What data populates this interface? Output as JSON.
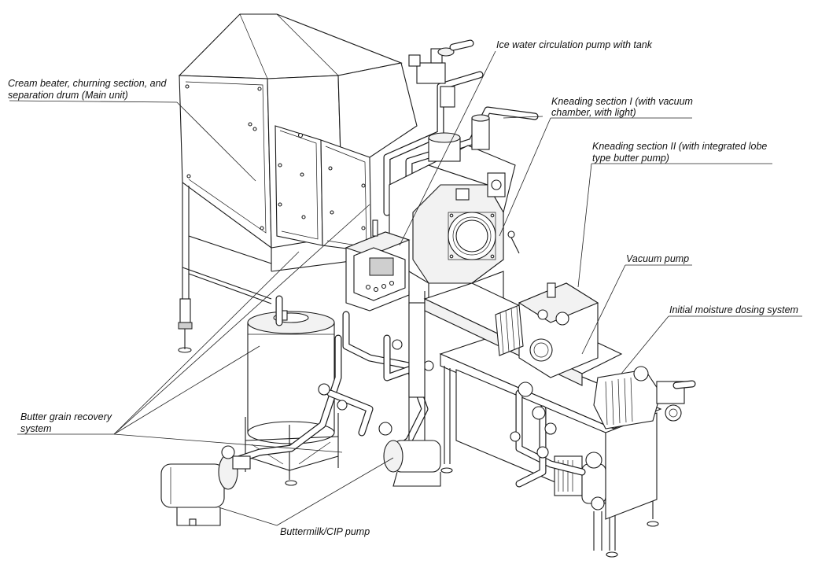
{
  "labels": {
    "ice_water_pump": "Ice water circulation pump with tank",
    "cream_beater_line1": "Cream beater, churning section, and",
    "cream_beater_line2": "separation drum (Main unit)",
    "kneading1_line1": "Kneading section I (with vacuum",
    "kneading1_line2": "chamber, with light)",
    "kneading2_line1": "Kneading section II (with integrated lobe",
    "kneading2_line2": "type butter pump)",
    "vacuum_pump": "Vacuum pump",
    "moisture_dosing": "Initial moisture dosing system",
    "butter_grain_line1": "Butter grain recovery",
    "butter_grain_line2": "system",
    "buttermilk_pump": "Buttermilk/CIP pump"
  },
  "colors": {
    "line": "#1a1a1a",
    "panel": "#ffffff",
    "shade": "#f2f2f2",
    "dark": "#cfcfcf"
  },
  "icons": {
    "screw": "bolt-circle",
    "window": "round-sight-glass"
  }
}
